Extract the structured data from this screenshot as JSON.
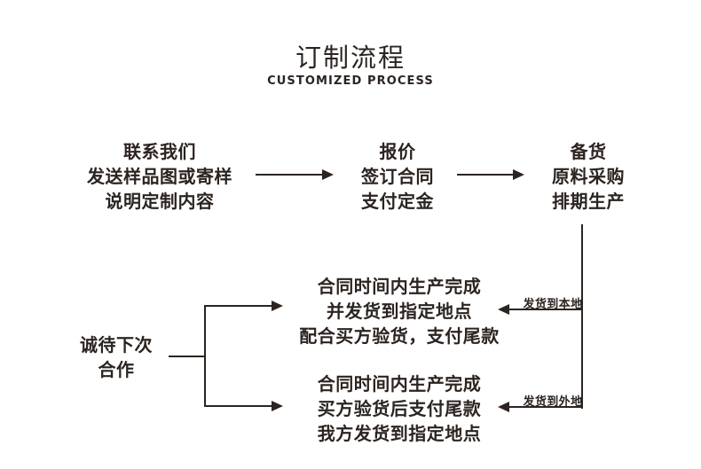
{
  "header": {
    "title": "订制流程",
    "subtitle": "CUSTOMIZED PROCESS"
  },
  "colors": {
    "ink": "#2b2420",
    "background": "#ffffff"
  },
  "steps": {
    "contact": {
      "name": "联系我们",
      "lines": [
        "联系我们",
        "发送样品图或寄样",
        "说明定制内容"
      ]
    },
    "quote": {
      "name": "报价",
      "lines": [
        "报价",
        "签订合同",
        "支付定金"
      ]
    },
    "stock": {
      "name": "备货",
      "lines": [
        "备货",
        "原料采购",
        "排期生产"
      ]
    },
    "local_delivery": {
      "name": "发货到本地",
      "lines": [
        "合同时间内生产完成",
        "并发货到指定地点",
        "配合买方验货，支付尾款"
      ]
    },
    "remote_delivery": {
      "name": "发货到外地",
      "lines": [
        "合同时间内生产完成",
        "买方验货后支付尾款",
        "我方发货到指定地点"
      ]
    },
    "next_cooperation": {
      "name": "诚待下次合作",
      "lines": [
        "诚待下次",
        "合作"
      ]
    }
  },
  "edge_labels": {
    "local": "发货到本地",
    "remote": "发货到外地"
  }
}
